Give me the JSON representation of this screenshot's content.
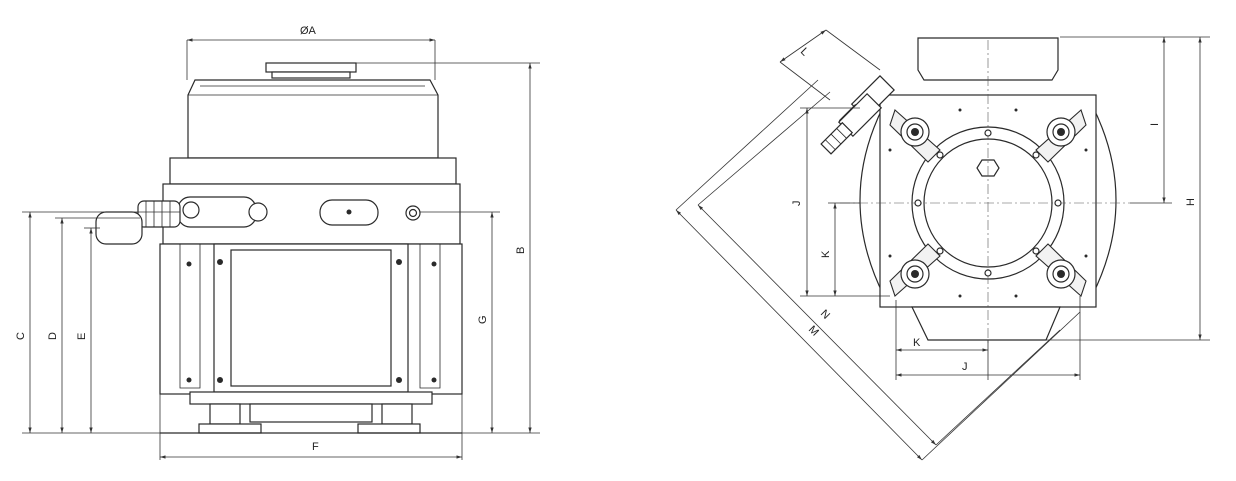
{
  "drawing": {
    "left_view": {
      "dim_A": "ØA",
      "dim_B": "B",
      "dim_C": "C",
      "dim_D": "D",
      "dim_E": "E",
      "dim_F": "F",
      "dim_G": "G"
    },
    "right_view": {
      "dim_L": "L",
      "dim_I": "I",
      "dim_H": "H",
      "dim_J_vertical": "J",
      "dim_K_vertical": "K",
      "dim_N": "N",
      "dim_M": "M",
      "dim_K_horizontal": "K",
      "dim_J_horizontal": "J"
    }
  }
}
